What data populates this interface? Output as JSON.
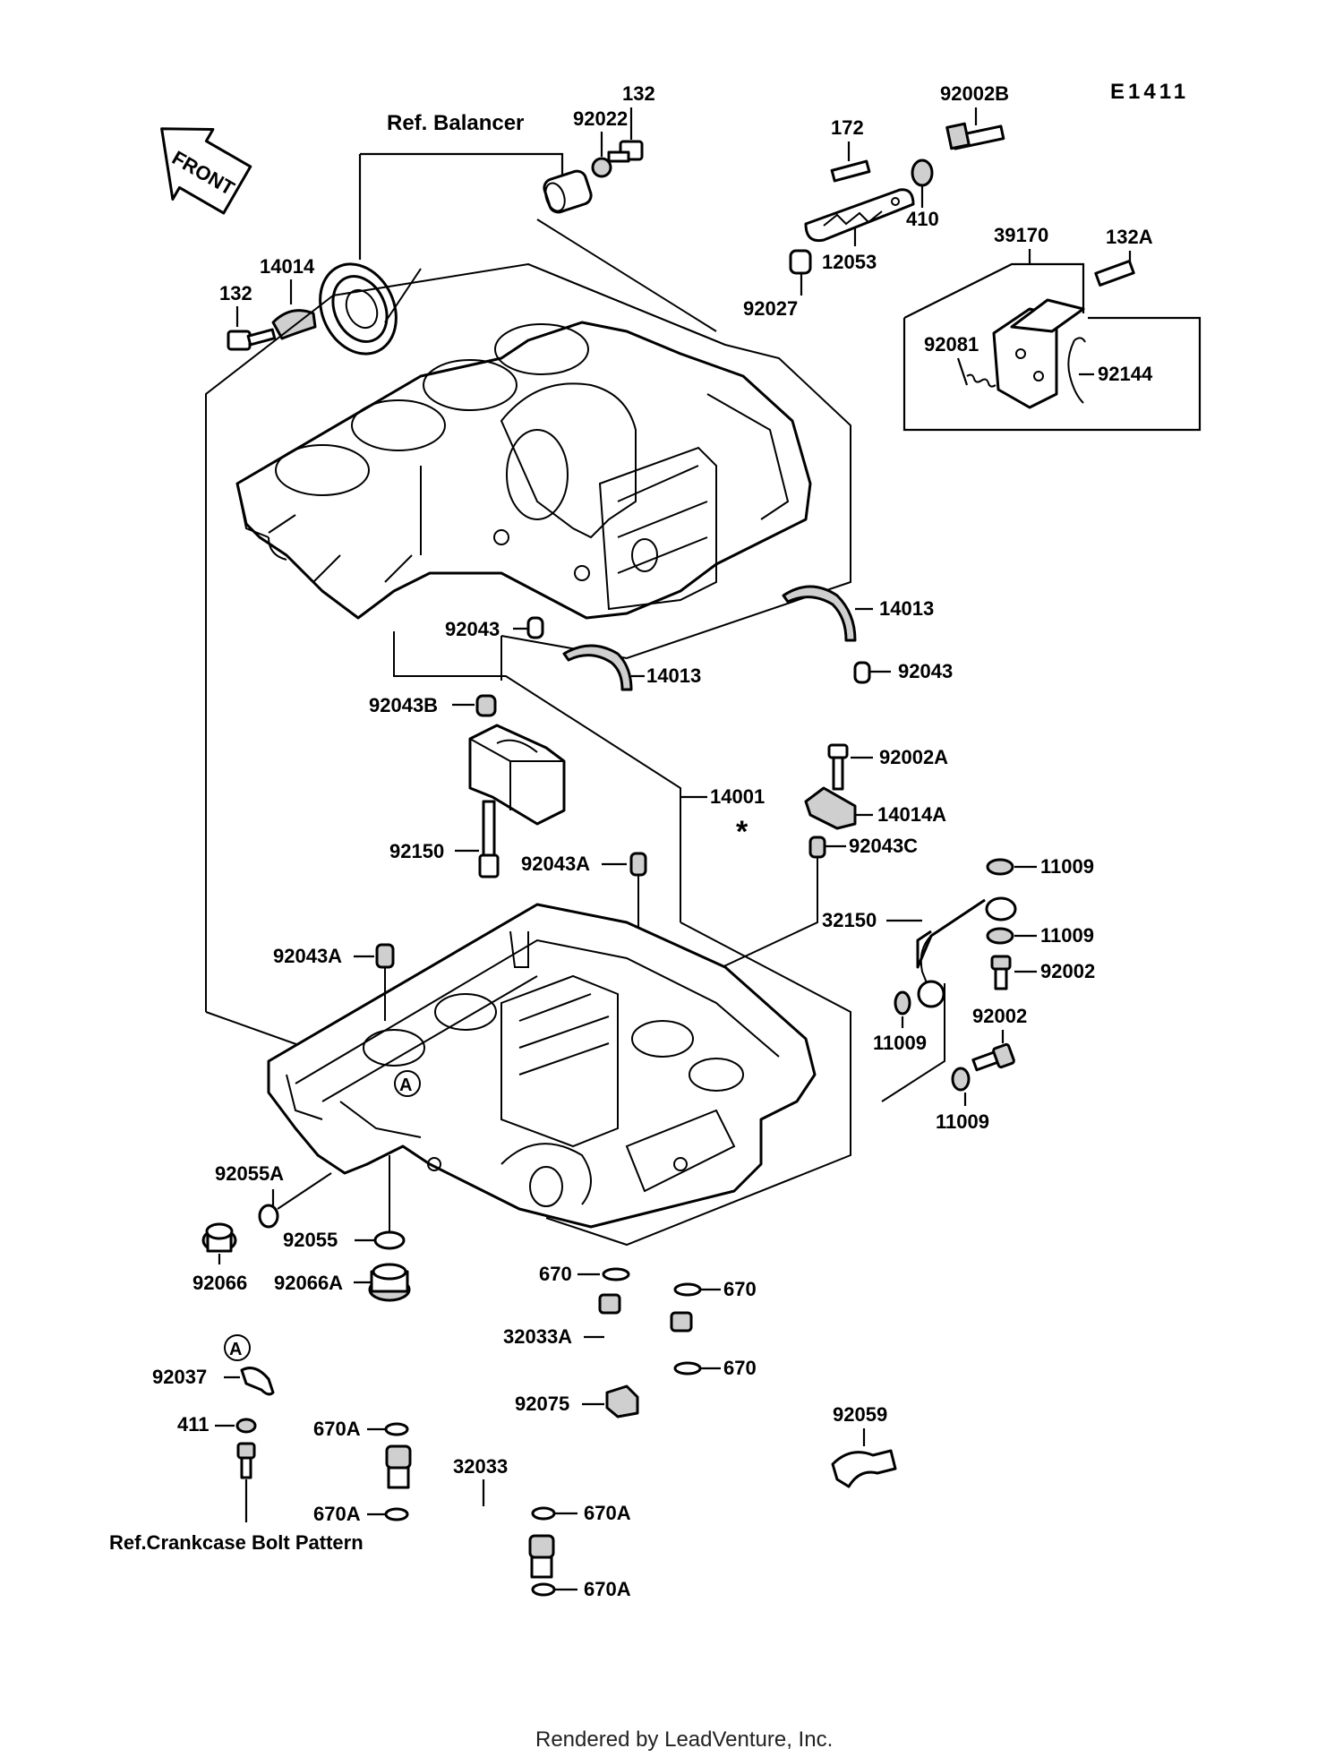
{
  "diagram": {
    "code": "E1411",
    "front_label": "FRONT",
    "ref_balancer": "Ref. Balancer",
    "ref_crankcase": "Ref.Crankcase Bolt Pattern",
    "asterisk": "*",
    "marker_a": "A",
    "footer": "Rendered by LeadVenture, Inc.",
    "parts": {
      "p132_top": "132",
      "p92022": "92022",
      "p172": "172",
      "p92002B": "92002B",
      "p410": "410",
      "p12053": "12053",
      "p92027": "92027",
      "p39170": "39170",
      "p132A": "132A",
      "p92081": "92081",
      "p92144": "92144",
      "p14014": "14014",
      "p132_left": "132",
      "p14013_right": "14013",
      "p92043_mid": "92043",
      "p14013_mid": "14013",
      "p92043_right": "92043",
      "p92043B": "92043B",
      "p92002A": "92002A",
      "p14001": "14001",
      "p14014A": "14014A",
      "p92043C": "92043C",
      "p92150": "92150",
      "p92043A_mid": "92043A",
      "p11009_a": "11009",
      "p32150": "32150",
      "p11009_b": "11009",
      "p92002_a": "92002",
      "p92043A_left": "92043A",
      "p11009_c": "11009",
      "p92002_b": "92002",
      "p11009_d": "11009",
      "p92055A": "92055A",
      "p92055": "92055",
      "p92066": "92066",
      "p92066A": "92066A",
      "p670_a": "670",
      "p670_b": "670",
      "p32033A": "32033A",
      "p670_c": "670",
      "p92075": "92075",
      "p92037": "92037",
      "p411": "411",
      "p670A_a": "670A",
      "p32033": "32033",
      "p92059": "92059",
      "p670A_b": "670A",
      "p670A_c": "670A",
      "p670A_d": "670A"
    }
  }
}
